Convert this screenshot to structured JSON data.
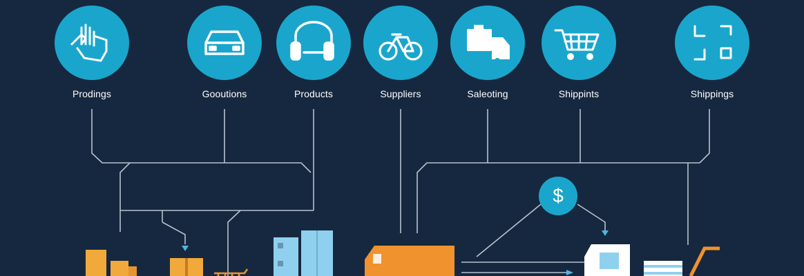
{
  "nodes": [
    {
      "label": "Prodings",
      "icon": "hand-pointer-icon"
    },
    {
      "label": "Gooutions",
      "icon": "car-icon"
    },
    {
      "label": "Products",
      "icon": "headphones-icon"
    },
    {
      "label": "Suppliers",
      "icon": "bicycle-icon"
    },
    {
      "label": "Saleoting",
      "icon": "delivery-truck-icon"
    },
    {
      "label": "Shippints",
      "icon": "shopping-cart-icon"
    },
    {
      "label": "Shippings",
      "icon": "corner-brackets-icon"
    }
  ],
  "dollar": {
    "symbol": "$"
  },
  "colors": {
    "background": "#16283f",
    "circle": "#1aa6cc",
    "line": "#b7c3cf",
    "accent_orange": "#f0922e",
    "accent_amber": "#f2a93b",
    "accent_blue": "#8fd0ee"
  }
}
